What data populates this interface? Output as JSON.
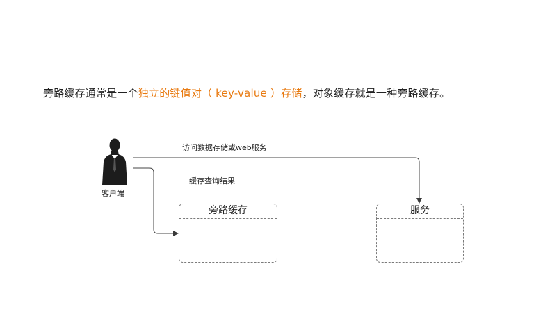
{
  "headline": {
    "prefix": "旁路缓存通常是一个",
    "highlight": "独立的键值对（ key-value ）存储",
    "suffix": "，对象缓存就是一种旁路缓存。",
    "highlight_color": "#e8790f"
  },
  "diagram": {
    "client_label": "客户端",
    "client_icon": "person-in-suit-icon",
    "request_label": "访问数据存储或web服务",
    "cache_query_label": "缓存查询结果",
    "cache_box_title": "旁路缓存",
    "service_box_title": "服务"
  }
}
